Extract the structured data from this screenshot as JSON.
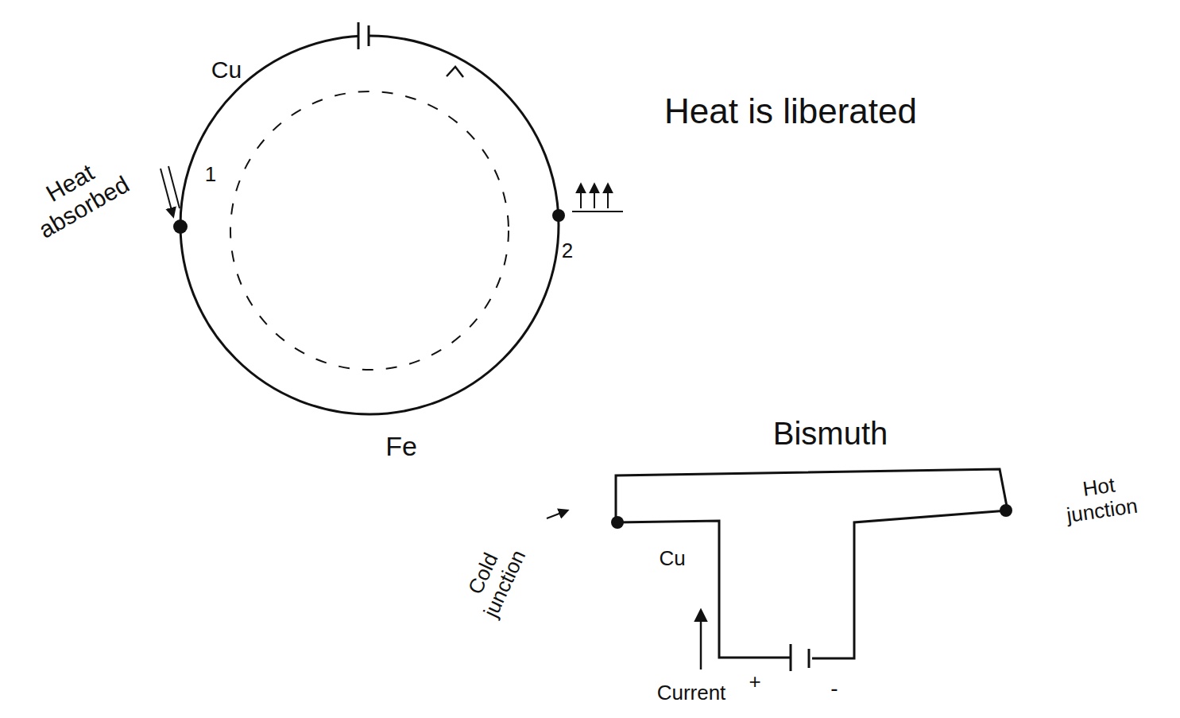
{
  "diagram": {
    "labels": [
      "Cu",
      "Heat absorbed",
      "1",
      "Heat is liberated",
      "2",
      "Fe",
      "Bismuth",
      "Cold junction",
      "Hot junction",
      "Cu",
      "Current",
      "+",
      "-"
    ]
  }
}
